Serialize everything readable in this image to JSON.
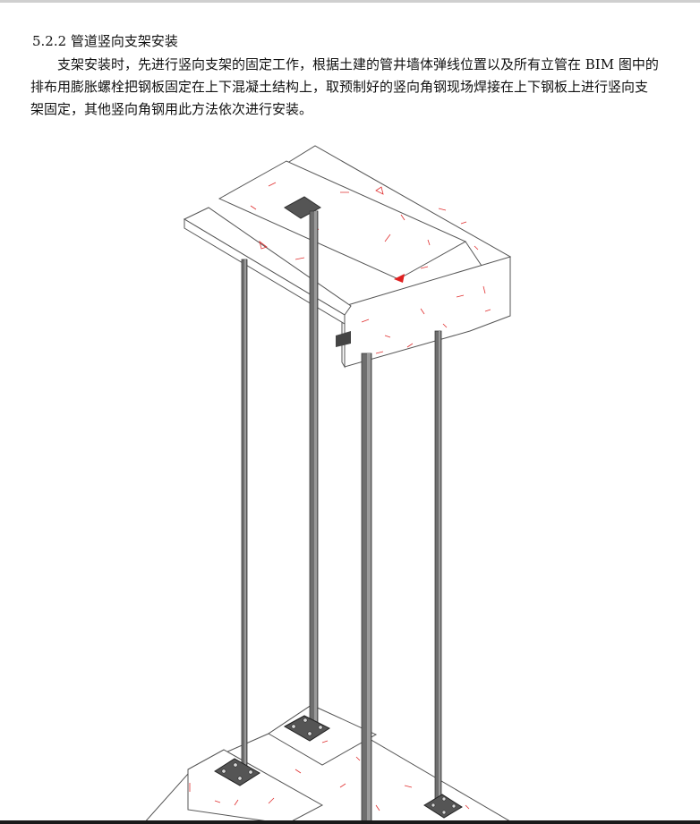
{
  "section": {
    "heading": "5.2.2 管道竖向支架安装",
    "paragraph_lines": [
      "支架安装时，先进行竖向支架的固定工作，根据土建的管井墙体弹线位置以及所有立管在 BIM 图中的",
      "排布用膨胀螺栓把钢板固定在上下混凝土结构上，取预制好的竖向角钢现场焊接在上下钢板上进行竖向支",
      "架固定，其他竖向角钢用此方法依次进行安装。"
    ]
  },
  "figure": {
    "colors": {
      "concrete_fill": "#ffffff",
      "concrete_edge": "#555555",
      "hatch": "#e03030",
      "steel": "#6e6e6e",
      "plate": "#5a5a5a",
      "bolt": "#d8d8d8"
    }
  }
}
